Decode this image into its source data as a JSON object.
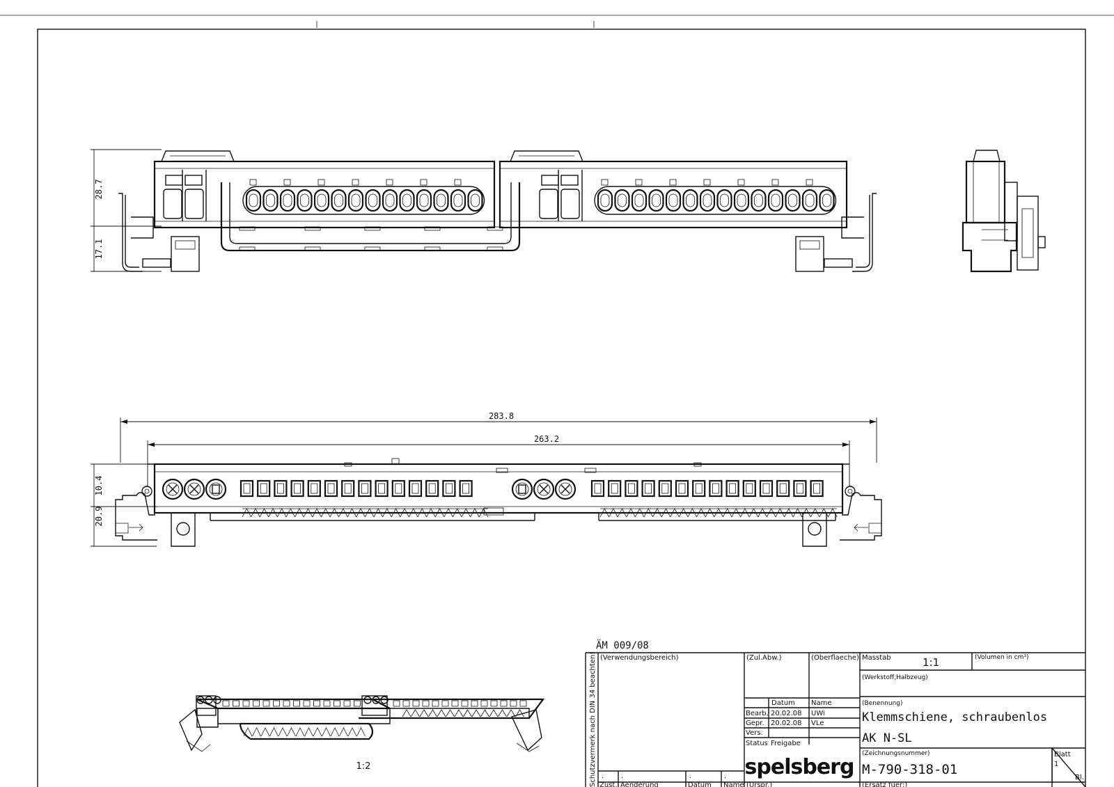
{
  "dimensions": {
    "height_upper": "28.7",
    "height_lower": "17.1",
    "length_overall": "283.8",
    "length_inner": "263.2",
    "front_upper": "10.4",
    "front_lower": "20.9"
  },
  "iso_scale": "1:2",
  "change_note": "ÄM 009/08",
  "protection_note": "Schutzvermerk nach DIN 34 beachten!",
  "title_block": {
    "usage_label": "(Verwendungsbereich)",
    "tolerance_label": "(Zul.Abw.)",
    "surface_label": "(Oberflaeche)",
    "scale_label": "Masstab",
    "scale_value": "1:1",
    "volume_label": "(Volumen in cm³)",
    "material_label": "(Werkstoff,Halbzeug)",
    "date_header": "Datum",
    "name_header": "Name",
    "rows": [
      {
        "label": "Bearb.",
        "date": "20.02.08",
        "name": "UWi"
      },
      {
        "label": "Gepr.",
        "date": "20.02.08",
        "name": "VLe"
      },
      {
        "label": "Vers.",
        "date": "",
        "name": ""
      }
    ],
    "status_label": "Status",
    "status_value": "Freigabe",
    "logo": "spelsberg",
    "designation_label": "(Benennung)",
    "designation_line1": "Klemmschiene, schraubenlos",
    "designation_line2": "AK N-SL",
    "drawing_number_label": "(Zeichnungsnummer)",
    "drawing_number": "M-790-318-01",
    "sheet_label": "Blatt",
    "sheet_value": "1",
    "sheet_suffix": "Bl.",
    "revision_row": {
      "zust": "Zust.",
      "change": "Aenderung",
      "date": "Datum",
      "name": "Name",
      "origin": "(Urspr.)",
      "replaces": "(Ersatz fuer:)"
    },
    "revision_dots": "."
  }
}
